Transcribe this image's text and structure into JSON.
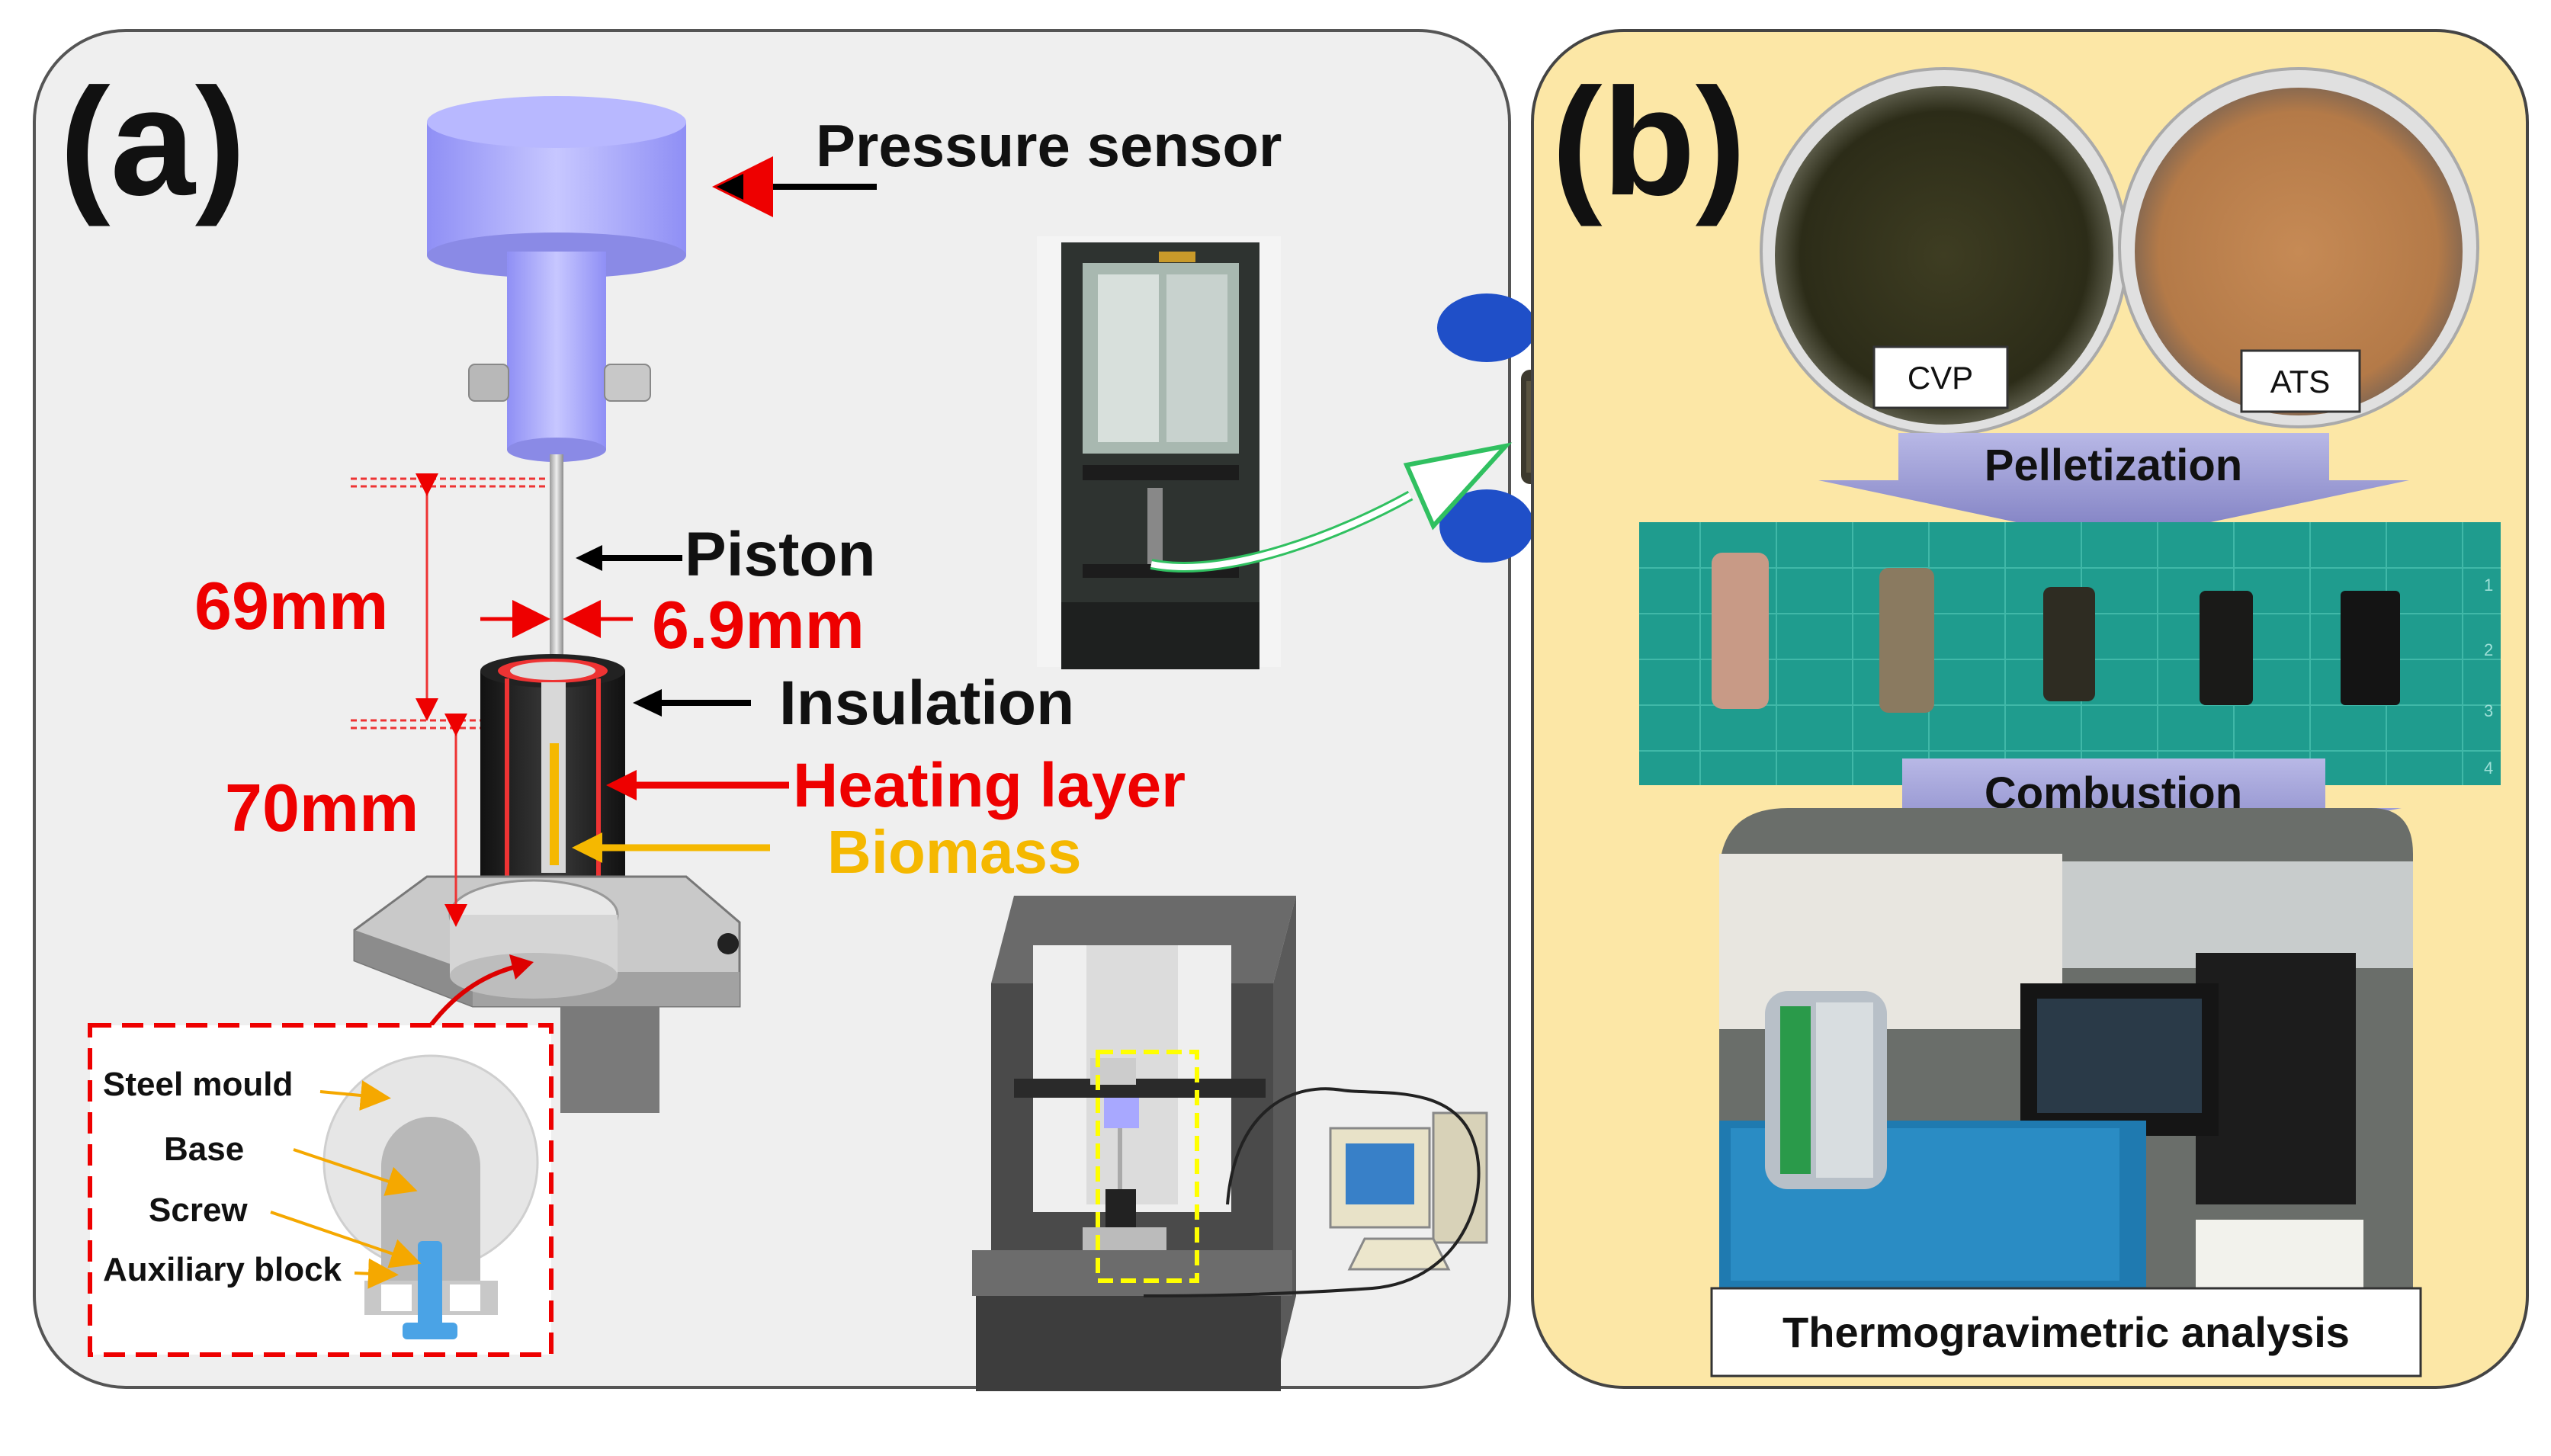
{
  "panel_a": {
    "letter": "(a)",
    "labels": {
      "pressure_sensor": "Pressure sensor",
      "piston": "Piston",
      "dim_69": "69mm",
      "dim_6_9": "6.9mm",
      "insulation": "Insulation",
      "dim_70": "70mm",
      "heating_layer": "Heating layer",
      "biomass": "Biomass"
    },
    "inset": {
      "steel_mould": "Steel mould",
      "base": "Base",
      "screw": "Screw",
      "auxiliary_block": "Auxiliary block"
    }
  },
  "panel_b": {
    "letter": "(b)",
    "samples": {
      "cvp": "CVP",
      "ats": "ATS"
    },
    "pelletization": "Pelletization",
    "combustion": "Combustion",
    "tga": "Thermogravimetric analysis",
    "ruler_numbers": [
      "1",
      "2",
      "3",
      "4"
    ]
  },
  "colors": {
    "panel_a_bg": "#efefef",
    "panel_b_bg": "#fce7a6",
    "red": "#ff0000",
    "biomass": "#f5b800",
    "arrow_purple": "#8c8cc8",
    "sensor_blue": "#a8a8ff",
    "cutting_mat": "#1f9c8e"
  }
}
